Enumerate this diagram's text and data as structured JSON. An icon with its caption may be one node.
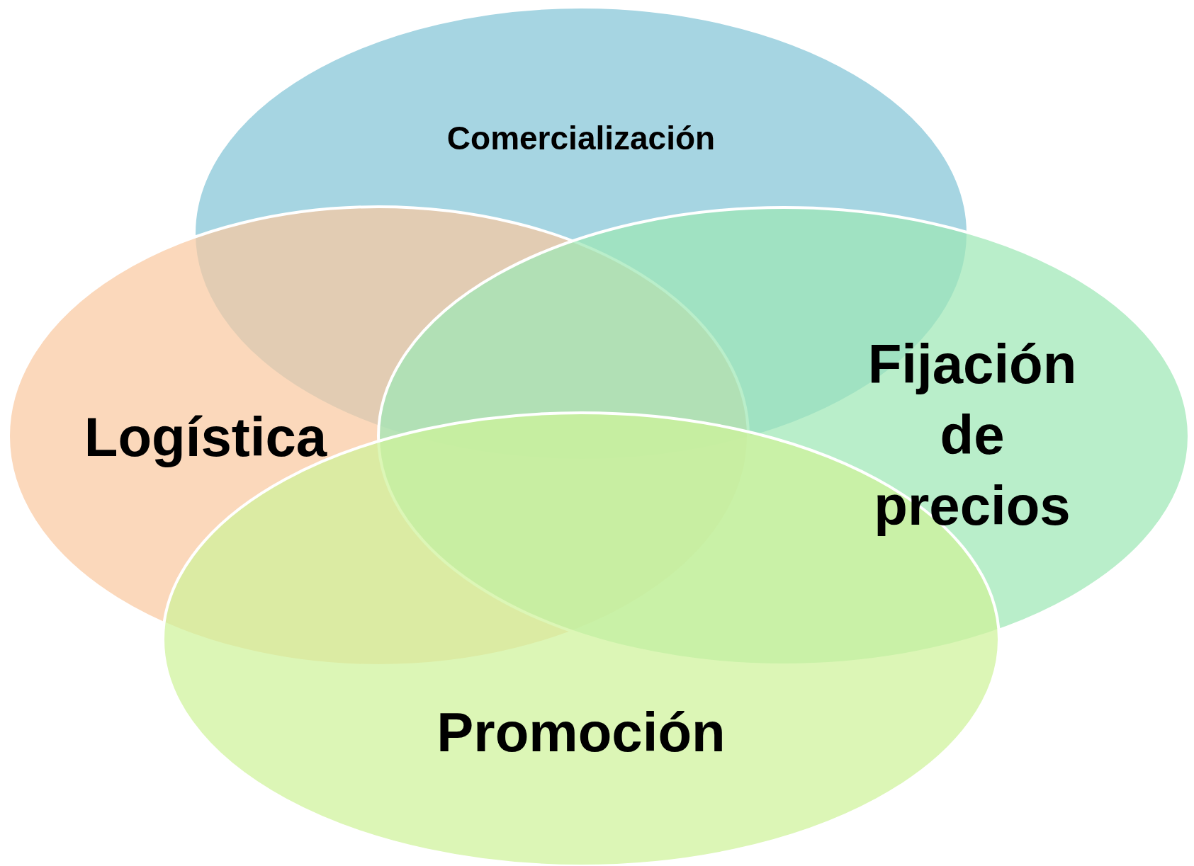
{
  "diagram": {
    "nodes": [
      {
        "text": [
          "Comercialización"
        ]
      },
      {
        "text": [
          "Logística"
        ]
      },
      {
        "text": [
          "Fijación de precios"
        ]
      },
      {
        "text": [
          "Promoción"
        ]
      }
    ]
  }
}
